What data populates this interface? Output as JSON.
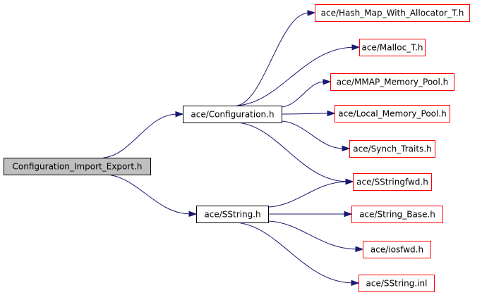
{
  "graph": {
    "nodes": [
      {
        "id": "root",
        "label": "Configuration_Import_Export.h",
        "fill": "#bfbfbf",
        "stroke": "#000000"
      },
      {
        "id": "cfg",
        "label": "ace/Configuration.h",
        "fill": "#ffffff",
        "stroke": "#000000"
      },
      {
        "id": "sstr",
        "label": "ace/SString.h",
        "fill": "#ffffff",
        "stroke": "#000000"
      },
      {
        "id": "hashmap",
        "label": "ace/Hash_Map_With_Allocator_T.h",
        "fill": "#ffffff",
        "stroke": "#ff0000"
      },
      {
        "id": "malloc",
        "label": "ace/Malloc_T.h",
        "fill": "#ffffff",
        "stroke": "#ff0000"
      },
      {
        "id": "mmap",
        "label": "ace/MMAP_Memory_Pool.h",
        "fill": "#ffffff",
        "stroke": "#ff0000"
      },
      {
        "id": "localpool",
        "label": "ace/Local_Memory_Pool.h",
        "fill": "#ffffff",
        "stroke": "#ff0000"
      },
      {
        "id": "synch",
        "label": "ace/Synch_Traits.h",
        "fill": "#ffffff",
        "stroke": "#ff0000"
      },
      {
        "id": "sstringfwd",
        "label": "ace/SStringfwd.h",
        "fill": "#ffffff",
        "stroke": "#ff0000"
      },
      {
        "id": "strbase",
        "label": "ace/String_Base.h",
        "fill": "#ffffff",
        "stroke": "#ff0000"
      },
      {
        "id": "iosfwd",
        "label": "ace/iosfwd.h",
        "fill": "#ffffff",
        "stroke": "#ff0000"
      },
      {
        "id": "sstrinl",
        "label": "ace/SString.inl",
        "fill": "#ffffff",
        "stroke": "#ff0000"
      }
    ],
    "edges": [
      {
        "from": "root",
        "to": "cfg"
      },
      {
        "from": "root",
        "to": "sstr"
      },
      {
        "from": "cfg",
        "to": "hashmap"
      },
      {
        "from": "cfg",
        "to": "malloc"
      },
      {
        "from": "cfg",
        "to": "mmap"
      },
      {
        "from": "cfg",
        "to": "localpool"
      },
      {
        "from": "cfg",
        "to": "synch"
      },
      {
        "from": "cfg",
        "to": "sstringfwd"
      },
      {
        "from": "sstr",
        "to": "sstringfwd"
      },
      {
        "from": "sstr",
        "to": "strbase"
      },
      {
        "from": "sstr",
        "to": "iosfwd"
      },
      {
        "from": "sstr",
        "to": "sstrinl"
      }
    ],
    "edge_color": "#191970"
  }
}
